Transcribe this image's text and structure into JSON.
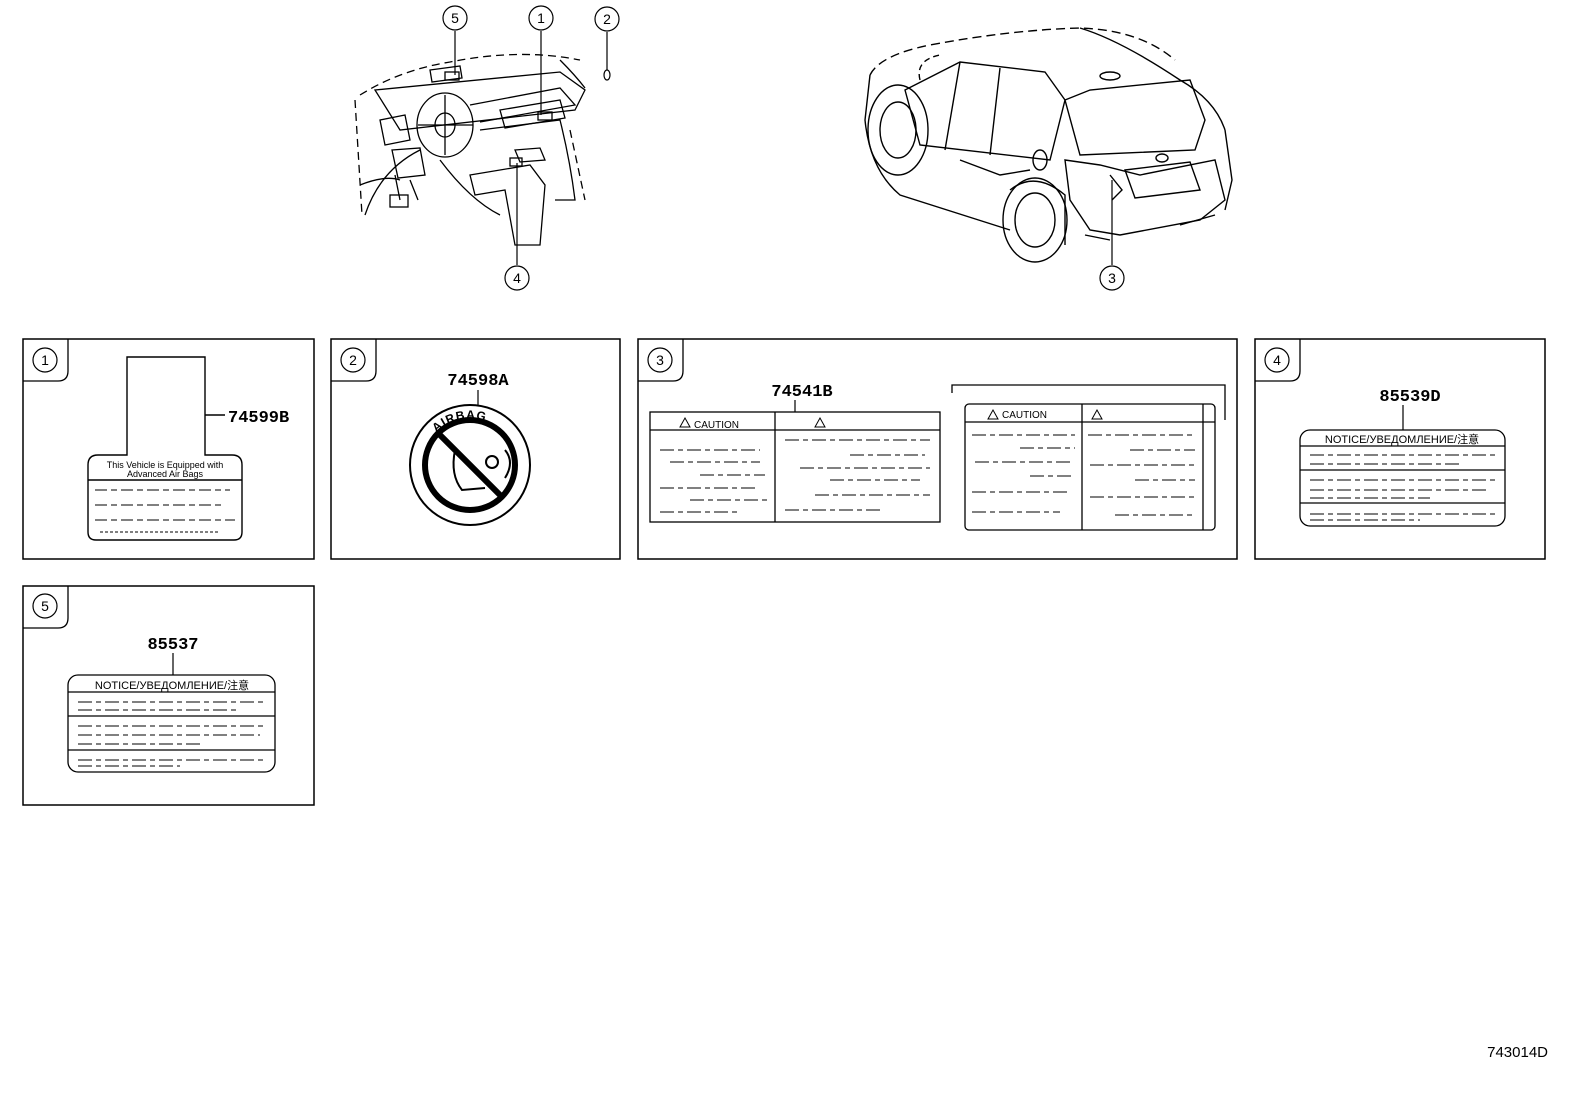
{
  "diagram_id": "743014D",
  "callouts": {
    "c1": "1",
    "c2": "2",
    "c3": "3",
    "c4": "4",
    "c5": "5"
  },
  "panels": {
    "p1": {
      "index": "1",
      "part_number": "74599B",
      "label_line1": "This Vehicle is Equipped with",
      "label_line2": "Advanced Air Bags"
    },
    "p2": {
      "index": "2",
      "part_number": "74598A",
      "badge_text": "AIRBAG"
    },
    "p3": {
      "index": "3",
      "part_number": "74541B",
      "caution_left": "CAUTION",
      "caution_right": "CAUTION"
    },
    "p4": {
      "index": "4",
      "part_number": "85539D",
      "header": "NOTICE/УВЕДОМЛЕНИЕ/注意"
    },
    "p5": {
      "index": "5",
      "part_number": "85537",
      "header": "NOTICE/УВЕДОМЛЕНИЕ/注意"
    }
  }
}
